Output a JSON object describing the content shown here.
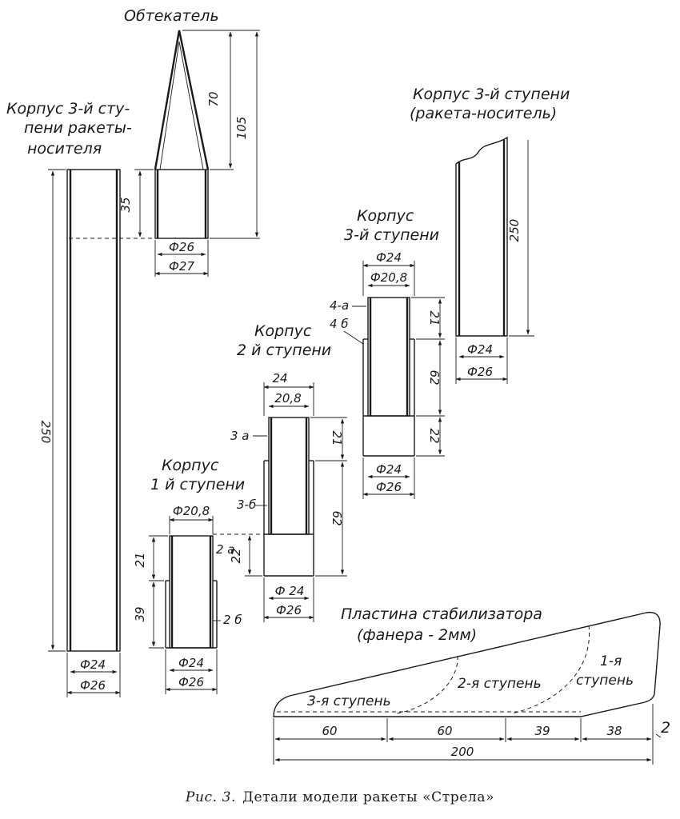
{
  "caption": {
    "prefix": "Рис. 3.",
    "text": "Детали модели ракеты «Стрела»"
  },
  "fairing": {
    "title": "Обтекатель",
    "dims": {
      "cone": "70",
      "total": "105",
      "shoulder": "35",
      "inner": "Ф26",
      "outer": "Ф27"
    }
  },
  "stage3_long": {
    "title_lines": [
      "Корпус 3-й сту-",
      "пени ракеты-",
      "носителя"
    ],
    "dims": {
      "length": "250",
      "inner": "Ф24",
      "outer": "Ф26"
    }
  },
  "stage3_carrier": {
    "title_lines": [
      "Корпус 3-й ступени",
      "(ракета-носитель)"
    ],
    "dims": {
      "length": "250",
      "inner": "Ф24",
      "outer": "Ф26"
    }
  },
  "stage3_body": {
    "title_lines": [
      "Корпус",
      "3-й ступени"
    ],
    "dims": {
      "top_outer": "Ф24",
      "top_inner": "Ф20,8",
      "upper": "21",
      "middle": "62",
      "lower": "22",
      "bottom_inner": "Ф24",
      "bottom_outer": "Ф26"
    },
    "labels": [
      "4-а",
      "4 б"
    ]
  },
  "stage2_body": {
    "title_lines": [
      "Корпус",
      "2 й ступени"
    ],
    "dims": {
      "top_outer": "24",
      "top_inner": "20,8",
      "upper": "21",
      "middle": "62",
      "lower": "22",
      "bottom_inner": "Ф 24",
      "bottom_outer": "Ф26"
    },
    "labels": [
      "3 а",
      "3-б"
    ]
  },
  "stage1_body": {
    "title_lines": [
      "Корпус",
      "1 й ступени"
    ],
    "dims": {
      "top_inner": "Ф20,8",
      "upper": "21",
      "lower": "39",
      "bottom_inner": "Ф24",
      "bottom_outer": "Ф26"
    },
    "labels": [
      "2 а",
      "2 б"
    ]
  },
  "stabilizer": {
    "title_lines": [
      "Пластина стабилизатора",
      "(фанера - 2мм)"
    ],
    "zones": [
      "3-я ступень",
      "2-я ступень",
      "1-я",
      "ступень"
    ],
    "dims": {
      "seg1": "60",
      "seg2": "60",
      "seg3": "39",
      "seg4": "38",
      "thickness": "2",
      "total": "200"
    }
  }
}
